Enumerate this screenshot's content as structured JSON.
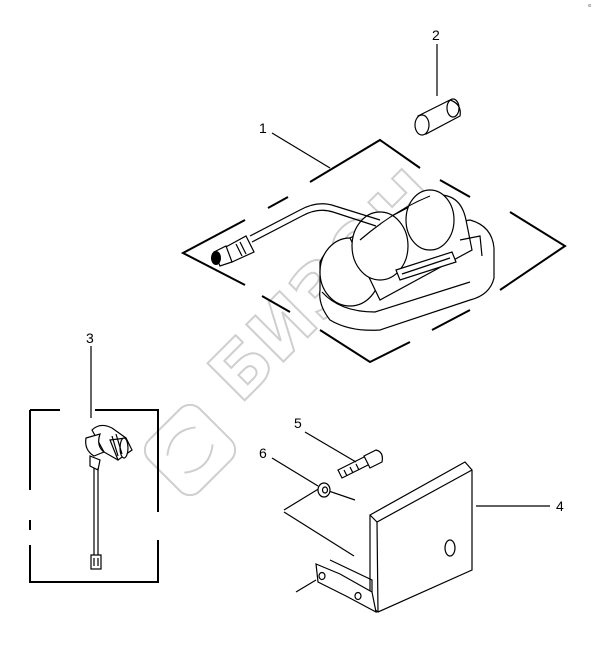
{
  "callouts": [
    {
      "id": "1",
      "text": "1"
    },
    {
      "id": "2",
      "text": "2"
    },
    {
      "id": "3",
      "text": "3"
    },
    {
      "id": "4",
      "text": "4"
    },
    {
      "id": "5",
      "text": "5"
    },
    {
      "id": "6",
      "text": "6"
    }
  ],
  "watermark": {
    "text": "БИЗОН"
  },
  "corner_mark": "ᵉ"
}
